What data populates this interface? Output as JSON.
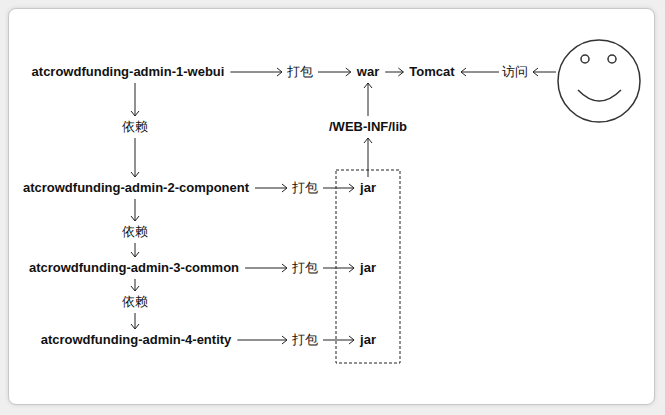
{
  "diagram": {
    "nodes": [
      {
        "text": [
          "atcrowdfunding-admin-1-webui"
        ]
      },
      {
        "text": [
          "war"
        ]
      },
      {
        "text": [
          "Tomcat"
        ]
      },
      {
        "text": [
          "/WEB-INF/lib"
        ]
      },
      {
        "text": [
          "atcrowdfunding-admin-2-component"
        ]
      },
      {
        "text": [
          "jar"
        ]
      },
      {
        "text": [
          "atcrowdfunding-admin-3-common"
        ]
      },
      {
        "text": [
          "jar"
        ]
      },
      {
        "text": [
          "atcrowdfunding-admin-4-entity"
        ]
      },
      {
        "text": [
          "jar"
        ]
      }
    ],
    "edges": [
      {
        "from": 0,
        "to": 1,
        "label": "打包",
        "arrow": "to"
      },
      {
        "from": 1,
        "to": 2,
        "arrow": "to"
      },
      {
        "from": 0,
        "to": 4,
        "label": "依赖",
        "arrow": "to"
      },
      {
        "from": 4,
        "to": 5,
        "label": "打包",
        "arrow": "to"
      },
      {
        "from": 4,
        "to": 6,
        "label": "依赖",
        "arrow": "to"
      },
      {
        "from": 6,
        "to": 7,
        "label": "打包",
        "arrow": "to"
      },
      {
        "from": 6,
        "to": 8,
        "label": "依赖",
        "arrow": "to"
      },
      {
        "from": 8,
        "to": 9,
        "label": "打包",
        "arrow": "to"
      },
      {
        "from": 5,
        "to": 3,
        "arrow": "to"
      },
      {
        "from": 3,
        "to": 1,
        "arrow": "to"
      }
    ],
    "labels": [
      "访问"
    ]
  }
}
